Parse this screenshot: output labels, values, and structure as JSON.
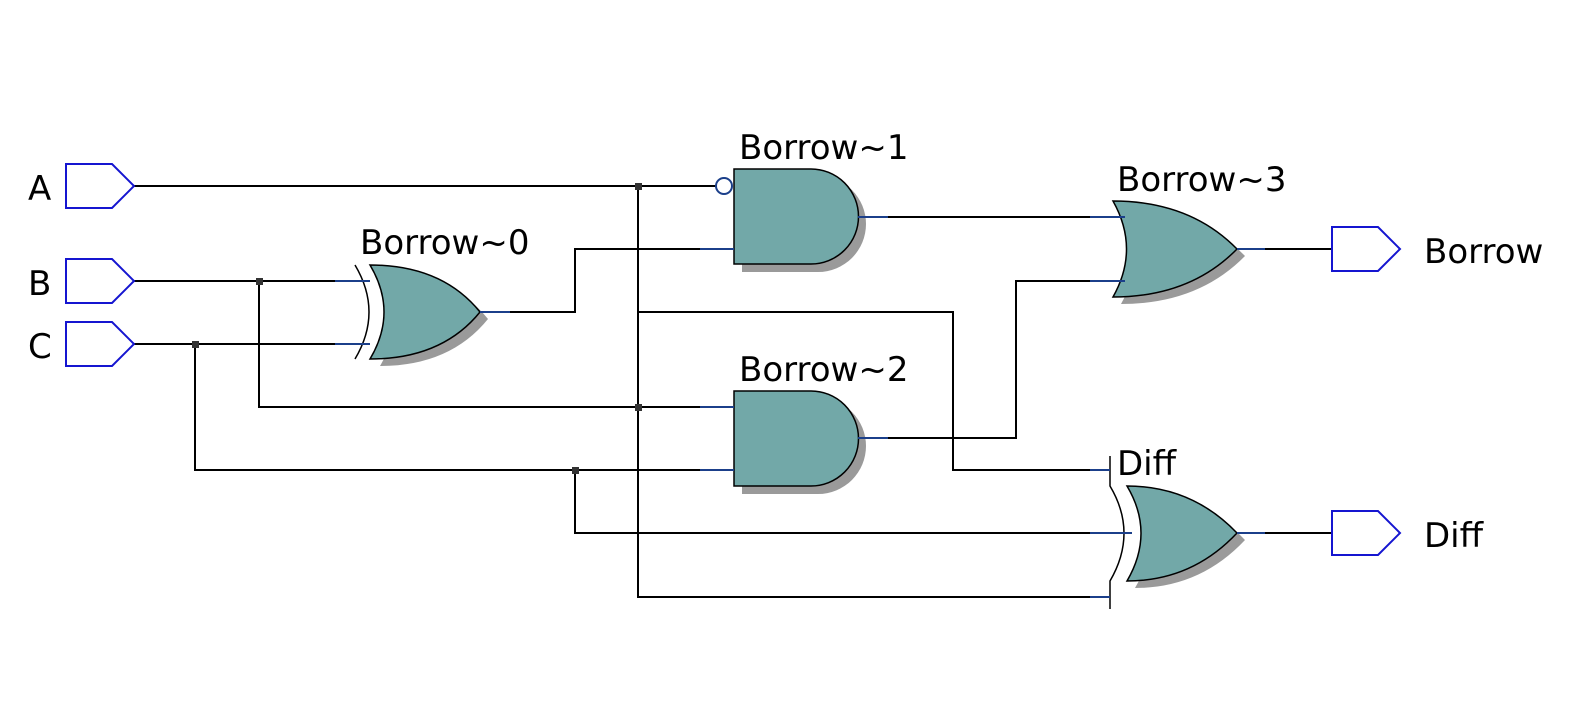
{
  "inputs": [
    {
      "id": "A",
      "label": "A"
    },
    {
      "id": "B",
      "label": "B"
    },
    {
      "id": "C",
      "label": "C"
    }
  ],
  "outputs": [
    {
      "id": "Borrow",
      "label": "Borrow"
    },
    {
      "id": "Diff",
      "label": "Diff"
    }
  ],
  "gates": [
    {
      "id": "borrow0",
      "label": "Borrow~0",
      "type": "xor"
    },
    {
      "id": "borrow1",
      "label": "Borrow~1",
      "type": "and",
      "inverted_input": "A"
    },
    {
      "id": "borrow2",
      "label": "Borrow~2",
      "type": "and"
    },
    {
      "id": "borrow3",
      "label": "Borrow~3",
      "type": "or"
    },
    {
      "id": "diff",
      "label": "Diff",
      "type": "xor"
    }
  ],
  "colors": {
    "gate_fill": "#72a8a8",
    "port_stroke": "#1515d0",
    "wire": "#000000",
    "shadow": "#9a9a9a"
  }
}
